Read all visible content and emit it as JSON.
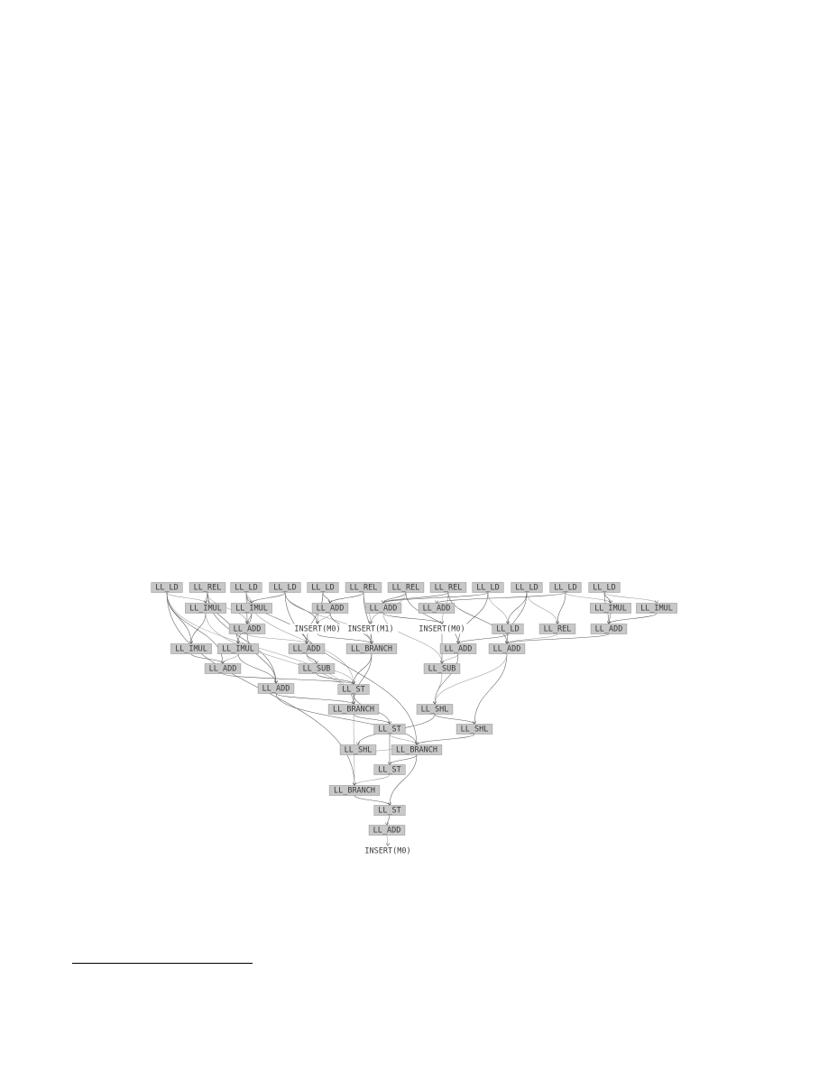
{
  "diagram": {
    "nodes": [
      {
        "id": "r1",
        "label": "LL_LD"
      },
      {
        "id": "r2",
        "label": "LL_REL"
      },
      {
        "id": "r3",
        "label": "LL_LD"
      },
      {
        "id": "r4",
        "label": "LL_LD"
      },
      {
        "id": "r5",
        "label": "LL_LD"
      },
      {
        "id": "r6",
        "label": "LL_REL"
      },
      {
        "id": "r7",
        "label": "LL_REL"
      },
      {
        "id": "r8",
        "label": "LL_REL"
      },
      {
        "id": "r9",
        "label": "LL_LD"
      },
      {
        "id": "r10",
        "label": "LL_LD"
      },
      {
        "id": "r11",
        "label": "LL_LD"
      },
      {
        "id": "r12",
        "label": "LL_LD"
      },
      {
        "id": "a1",
        "label": "LL_IMUL"
      },
      {
        "id": "a2",
        "label": "LL_IMUL"
      },
      {
        "id": "a3",
        "label": "LL_ADD"
      },
      {
        "id": "a4",
        "label": "LL_ADD"
      },
      {
        "id": "a5",
        "label": "LL_ADD"
      },
      {
        "id": "a6",
        "label": "LL_IMUL"
      },
      {
        "id": "a7",
        "label": "LL_IMUL"
      },
      {
        "id": "b1",
        "label": "LL_ADD"
      },
      {
        "id": "b2",
        "label": "INSERT(M0)"
      },
      {
        "id": "b3",
        "label": "INSERT(M1)"
      },
      {
        "id": "b4",
        "label": "INSERT(M0)"
      },
      {
        "id": "b5",
        "label": "LL_LD"
      },
      {
        "id": "b6",
        "label": "LL_REL"
      },
      {
        "id": "b7",
        "label": "LL_ADD"
      },
      {
        "id": "c1",
        "label": "LL_IMUL"
      },
      {
        "id": "c2",
        "label": "LL_IMUL"
      },
      {
        "id": "c3",
        "label": "LL_ADD"
      },
      {
        "id": "c4",
        "label": "LL_BRANCH"
      },
      {
        "id": "c5",
        "label": "LL_ADD"
      },
      {
        "id": "c6",
        "label": "LL_ADD"
      },
      {
        "id": "d1",
        "label": "LL_ADD"
      },
      {
        "id": "d2",
        "label": "LL_SUB"
      },
      {
        "id": "d3",
        "label": "LL_SUB"
      },
      {
        "id": "e1",
        "label": "LL_ADD"
      },
      {
        "id": "e2",
        "label": "LL_ST"
      },
      {
        "id": "f1",
        "label": "LL_BRANCH"
      },
      {
        "id": "f2",
        "label": "LL_SHL"
      },
      {
        "id": "g1",
        "label": "LL_ST"
      },
      {
        "id": "g2",
        "label": "LL_SHL"
      },
      {
        "id": "h1",
        "label": "LL_SHL"
      },
      {
        "id": "h2",
        "label": "LL_BRANCH"
      },
      {
        "id": "i1",
        "label": "LL_ST"
      },
      {
        "id": "j1",
        "label": "LL_BRANCH"
      },
      {
        "id": "k1",
        "label": "LL_ST"
      },
      {
        "id": "l1",
        "label": "LL_ADD"
      },
      {
        "id": "m1",
        "label": "INSERT(M0)"
      }
    ],
    "edges": [
      [
        "r1",
        "a1"
      ],
      [
        "r1",
        "c1"
      ],
      [
        "r1",
        "d1"
      ],
      [
        "r1",
        "f1"
      ],
      [
        "r1",
        "j1"
      ],
      [
        "r2",
        "a1"
      ],
      [
        "r2",
        "b1"
      ],
      [
        "r2",
        "c2"
      ],
      [
        "r2",
        "e1"
      ],
      [
        "r3",
        "a2"
      ],
      [
        "r3",
        "b1"
      ],
      [
        "r3",
        "c3"
      ],
      [
        "r3",
        "e2"
      ],
      [
        "r4",
        "a2"
      ],
      [
        "r4",
        "b2"
      ],
      [
        "r4",
        "c4"
      ],
      [
        "r4",
        "h2"
      ],
      [
        "r5",
        "a3"
      ],
      [
        "r5",
        "b2"
      ],
      [
        "r5",
        "c3"
      ],
      [
        "r6",
        "a3"
      ],
      [
        "r6",
        "b3"
      ],
      [
        "r6",
        "c4"
      ],
      [
        "r7",
        "a4"
      ],
      [
        "r7",
        "b3"
      ],
      [
        "r7",
        "c5"
      ],
      [
        "r8",
        "a4"
      ],
      [
        "r8",
        "b4"
      ],
      [
        "r8",
        "c6"
      ],
      [
        "r9",
        "a4"
      ],
      [
        "r9",
        "b5"
      ],
      [
        "r9",
        "c5"
      ],
      [
        "r10",
        "b5"
      ],
      [
        "r10",
        "b6"
      ],
      [
        "r10",
        "c6"
      ],
      [
        "r11",
        "a5"
      ],
      [
        "r11",
        "a6"
      ],
      [
        "r11",
        "b6"
      ],
      [
        "r12",
        "a6"
      ],
      [
        "r12",
        "a7"
      ],
      [
        "r12",
        "b7"
      ],
      [
        "a1",
        "c1"
      ],
      [
        "a1",
        "f1"
      ],
      [
        "a2",
        "b1"
      ],
      [
        "a2",
        "c2"
      ],
      [
        "a3",
        "b2"
      ],
      [
        "a3",
        "c4"
      ],
      [
        "a4",
        "b4"
      ],
      [
        "a4",
        "d3"
      ],
      [
        "a6",
        "b7"
      ],
      [
        "a7",
        "b7"
      ],
      [
        "b1",
        "c3"
      ],
      [
        "b1",
        "e1"
      ],
      [
        "b2",
        "c4"
      ],
      [
        "b3",
        "c4"
      ],
      [
        "b4",
        "d3"
      ],
      [
        "b5",
        "c5"
      ],
      [
        "b6",
        "c6"
      ],
      [
        "b7",
        "c6"
      ],
      [
        "c1",
        "d1"
      ],
      [
        "c2",
        "d1"
      ],
      [
        "c2",
        "e1"
      ],
      [
        "c3",
        "d2"
      ],
      [
        "c3",
        "e2"
      ],
      [
        "c4",
        "e2"
      ],
      [
        "c4",
        "f1"
      ],
      [
        "c5",
        "d3"
      ],
      [
        "c5",
        "f2"
      ],
      [
        "c6",
        "g2"
      ],
      [
        "c6",
        "f2"
      ],
      [
        "d1",
        "e2"
      ],
      [
        "d2",
        "e2"
      ],
      [
        "d3",
        "f2"
      ],
      [
        "e1",
        "f1"
      ],
      [
        "e1",
        "h2"
      ],
      [
        "e2",
        "f1"
      ],
      [
        "e2",
        "g1"
      ],
      [
        "f1",
        "g1"
      ],
      [
        "f1",
        "j1"
      ],
      [
        "f2",
        "h1"
      ],
      [
        "f2",
        "g2"
      ],
      [
        "g1",
        "h2"
      ],
      [
        "g2",
        "h2"
      ],
      [
        "g1",
        "i1"
      ],
      [
        "h1",
        "h2"
      ],
      [
        "h2",
        "i1"
      ],
      [
        "h2",
        "k1"
      ],
      [
        "i1",
        "j1"
      ],
      [
        "j1",
        "k1"
      ],
      [
        "k1",
        "l1"
      ],
      [
        "l1",
        "m1"
      ]
    ]
  }
}
